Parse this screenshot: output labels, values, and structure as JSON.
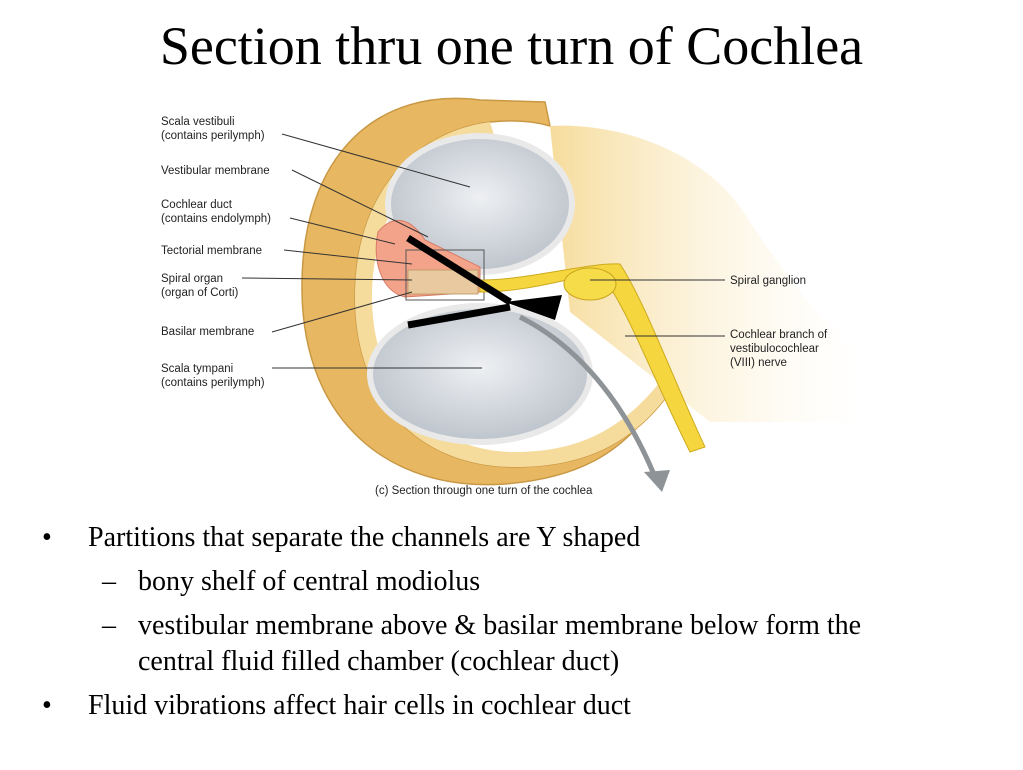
{
  "slide": {
    "title": "Section thru one turn of Cochlea"
  },
  "figure": {
    "caption": "(c) Section through one turn of the cochlea",
    "labels": {
      "scala_vestibuli": [
        "Scala vestibuli",
        "(contains perilymph)"
      ],
      "vestibular_membrane": [
        "Vestibular membrane"
      ],
      "cochlear_duct": [
        "Cochlear duct",
        "(contains endolymph)"
      ],
      "tectorial_membrane": [
        "Tectorial membrane"
      ],
      "spiral_organ": [
        "Spiral organ",
        "(organ of Corti)"
      ],
      "basilar_membrane": [
        "Basilar membrane"
      ],
      "scala_tympani": [
        "Scala tympani",
        "(contains perilymph)"
      ],
      "spiral_ganglion": [
        "Spiral ganglion"
      ],
      "cochlear_branch": [
        "Cochlear branch of",
        "vestibulocochlear",
        "(VIII) nerve"
      ]
    },
    "colors": {
      "bone": "#e7b861",
      "bone_light": "#f6dc9c",
      "chamber": "#d2d7dd",
      "duct": "#f3a38a",
      "nerve": "#f5d63e",
      "arrow": "#8d9396",
      "y_marker": "#000000"
    }
  },
  "bullets": [
    {
      "level": 1,
      "marker": "•",
      "text": "Partitions that separate the channels are Y shaped"
    },
    {
      "level": 2,
      "marker": "–",
      "text": "bony shelf of central modiolus"
    },
    {
      "level": 2,
      "marker": "–",
      "text": "vestibular membrane above & basilar membrane below form the",
      "text2": "central fluid filled chamber (cochlear duct)"
    },
    {
      "level": 1,
      "marker": "•",
      "text": "Fluid vibrations affect hair cells in cochlear duct"
    }
  ]
}
